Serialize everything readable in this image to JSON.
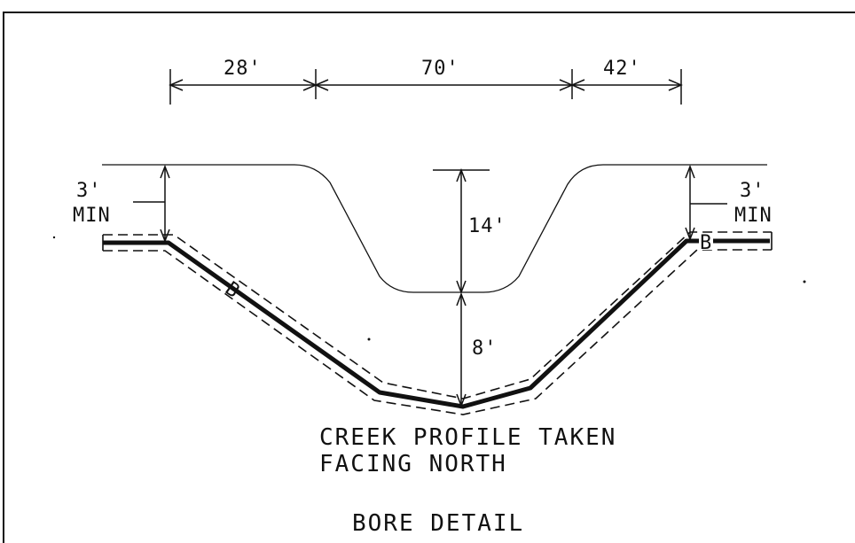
{
  "dimensions": {
    "span_left": "28'",
    "span_middle": "70'",
    "span_right": "42'",
    "cover_left": "3'",
    "cover_left_note": "MIN",
    "cover_right": "3'",
    "cover_right_note": "MIN",
    "creek_depth": "14'",
    "bore_depth_below_creek": "8'"
  },
  "pipe_markers": {
    "left": "B",
    "right": "B"
  },
  "notes": {
    "line1": "CREEK PROFILE TAKEN",
    "line2": "FACING NORTH"
  },
  "title": "BORE DETAIL",
  "colors": {
    "line": "#111111",
    "background": "#ffffff"
  }
}
